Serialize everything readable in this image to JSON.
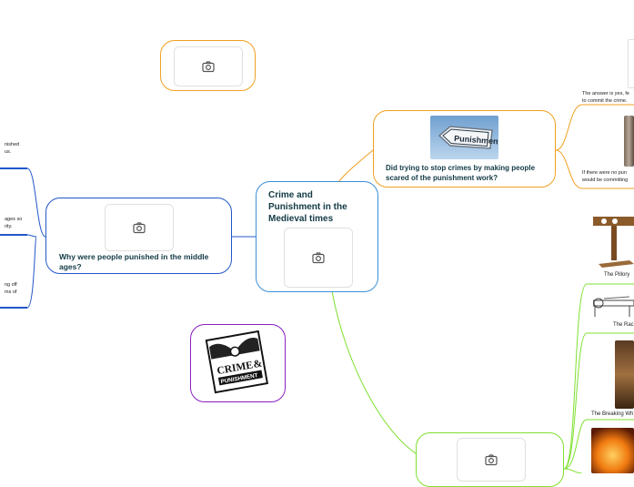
{
  "central": {
    "title": "Crime and Punishment in the Medieval times"
  },
  "why_node": {
    "title": "Why were people punished in the middle ages?"
  },
  "scared_node": {
    "title": "Did trying to stop crimes by making people scared of the punishment work?"
  },
  "punishment_sign": {
    "text": "Punishment"
  },
  "logo_image": {
    "line1": "CRIME",
    "amp": "&",
    "line2": "PUNISHMENT"
  },
  "left_snippets": [
    "nished",
    "us.",
    "ages so",
    "rity.",
    "ng off",
    "ms of"
  ],
  "right_snippets": {
    "answer_1": "The answer is yes, fe",
    "answer_2": "to commit the crime.",
    "if_1": "If there were no pun",
    "if_2": "would be committing"
  },
  "punishments": {
    "pillory": "The Pillory",
    "rack": "The Rac",
    "wheel": "The Breaking Wh"
  },
  "colors": {
    "central": "#3a8fd9",
    "why": "#2157c8",
    "scared": "#f0a020",
    "orange_empty": "#f0a020",
    "purple": "#8a1fc0",
    "green": "#7ee030"
  },
  "icons": [
    "camera-icon"
  ]
}
